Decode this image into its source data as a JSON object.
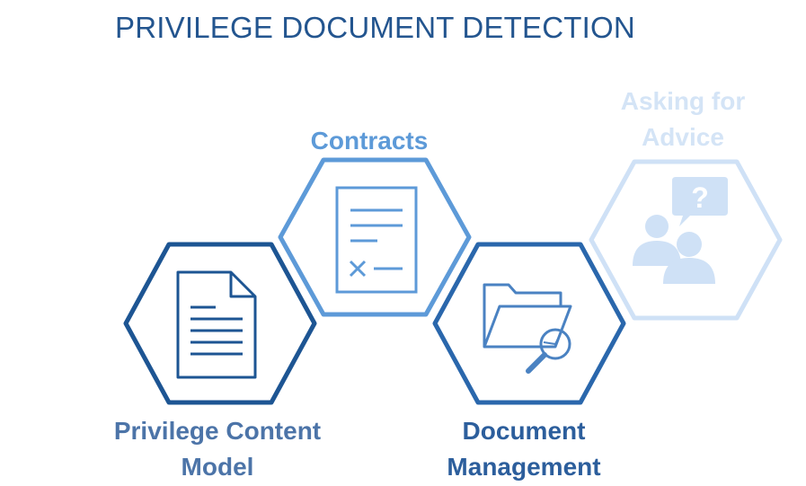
{
  "title": "PRIVILEGE DOCUMENT DETECTION",
  "nodes": [
    {
      "id": "privilege-content-model",
      "line1": "Privilege Content",
      "line2": "Model",
      "color": "#1d5593",
      "label_color": "#4c74a8",
      "icon": "document-icon"
    },
    {
      "id": "contracts",
      "line1": "Contracts",
      "line2": "",
      "color": "#5d9ad8",
      "label_color": "#5d9ad8",
      "icon": "contract-icon"
    },
    {
      "id": "document-management",
      "line1": "Document",
      "line2": "Management",
      "color": "#2a67ac",
      "label_color": "#2c5e9c",
      "icon": "folder-search-icon"
    },
    {
      "id": "asking-for-advice",
      "line1": "Asking for",
      "line2": "Advice",
      "color": "#cfe1f6",
      "label_color": "#d4e4f6",
      "icon": "advice-icon"
    }
  ],
  "advice_icon_glyph": "?"
}
